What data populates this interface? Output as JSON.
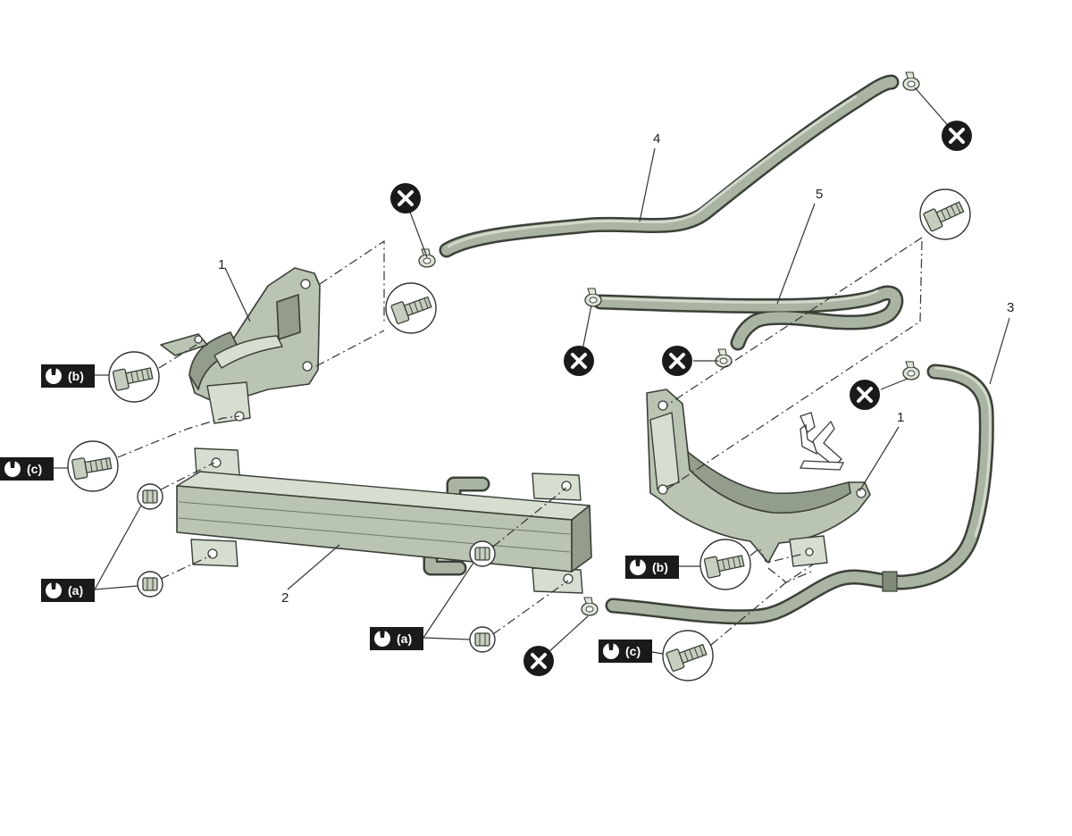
{
  "callouts": {
    "c1_left": "1",
    "c2": "2",
    "c3": "3",
    "c4": "4",
    "c5": "5",
    "c1_right": "1"
  },
  "torque_labels": {
    "b_left": "(b)",
    "c_left": "(c)",
    "a_left": "(a)",
    "a_center": "(a)",
    "b_right": "(b)",
    "c_right": "(c)"
  },
  "icons": {
    "torque": "wrench-icon",
    "non_reusable": "x-circle-icon",
    "clamp": "hose-clamp-icon",
    "bolt": "bolt-icon"
  },
  "colors": {
    "part_fill": "#b9c4b3",
    "outline": "#3a3f37",
    "torque_badge": "#1a1a1a",
    "non_reusable_mark": "#1a1a1a"
  }
}
